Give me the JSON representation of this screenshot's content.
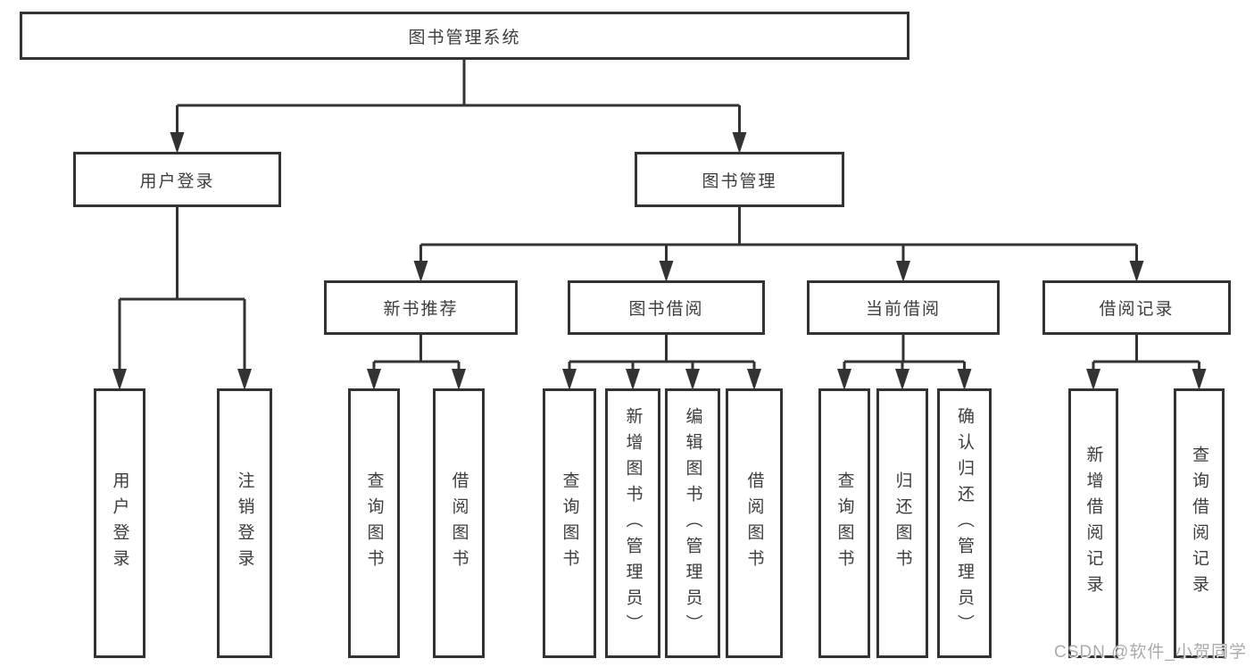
{
  "diagram_type": "hierarchy-tree",
  "colors": {
    "line": "#333333",
    "text": "#3d3d3d",
    "background": "#ffffff",
    "watermark": "#ababab"
  },
  "tree": {
    "label": "图书管理系统",
    "children": [
      {
        "label": "用户登录",
        "children": [
          {
            "label": "用户登录"
          },
          {
            "label": "注销登录"
          }
        ]
      },
      {
        "label": "图书管理",
        "children": [
          {
            "label": "新书推荐",
            "children": [
              {
                "label": "查询图书"
              },
              {
                "label": "借阅图书"
              }
            ]
          },
          {
            "label": "图书借阅",
            "children": [
              {
                "label": "查询图书"
              },
              {
                "label": "新增图书（管理员）"
              },
              {
                "label": "编辑图书（管理员）"
              },
              {
                "label": "借阅图书"
              }
            ]
          },
          {
            "label": "当前借阅",
            "children": [
              {
                "label": "查询图书"
              },
              {
                "label": "归还图书"
              },
              {
                "label": "确认归还（管理员）"
              }
            ]
          },
          {
            "label": "借阅记录",
            "children": [
              {
                "label": "新增借阅记录"
              },
              {
                "label": "查询借阅记录"
              }
            ]
          }
        ]
      }
    ]
  },
  "watermark": {
    "text": "CSDN @软件_小贺同学"
  }
}
